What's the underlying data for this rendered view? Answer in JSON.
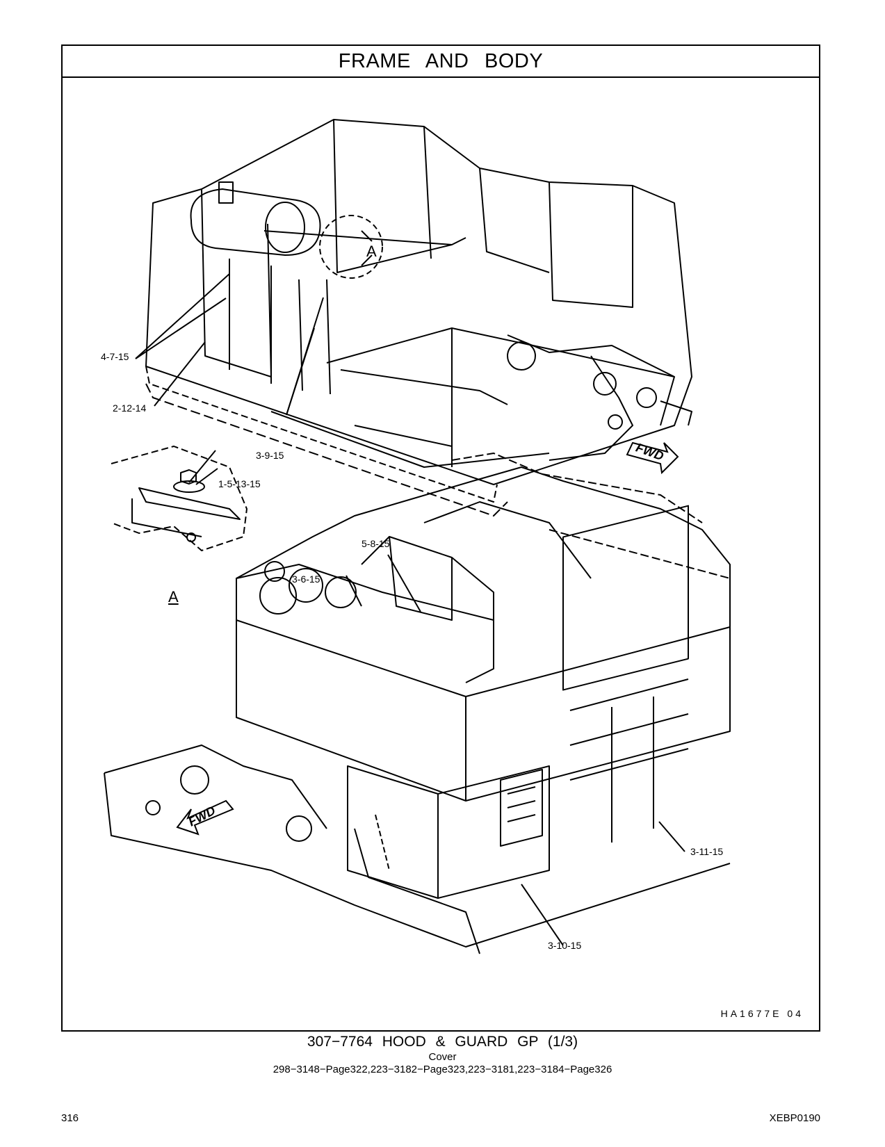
{
  "header": {
    "title": "FRAME   AND   BODY"
  },
  "callouts": {
    "c1": "4-7-15",
    "c2": "2-12-14",
    "c3": "3-9-15",
    "c4": "1-5-13-15",
    "c5": "5-8-15",
    "c6": "3-6-15",
    "c7": "3-11-15",
    "c8": "3-10-15",
    "view_a": "A",
    "detail_a": "A"
  },
  "fwd_labels": {
    "upper": "FWD",
    "lower": "FWD"
  },
  "drawing_id": "HA1677E   04",
  "caption": {
    "title": "307−7764  HOOD  &  GUARD  GP (1/3)",
    "subtitle": "Cover",
    "refs": "298−3148−Page322,223−3182−Page323,223−3181,223−3184−Page326"
  },
  "footer": {
    "page_number": "316",
    "doc_code": "XEBP0190"
  }
}
